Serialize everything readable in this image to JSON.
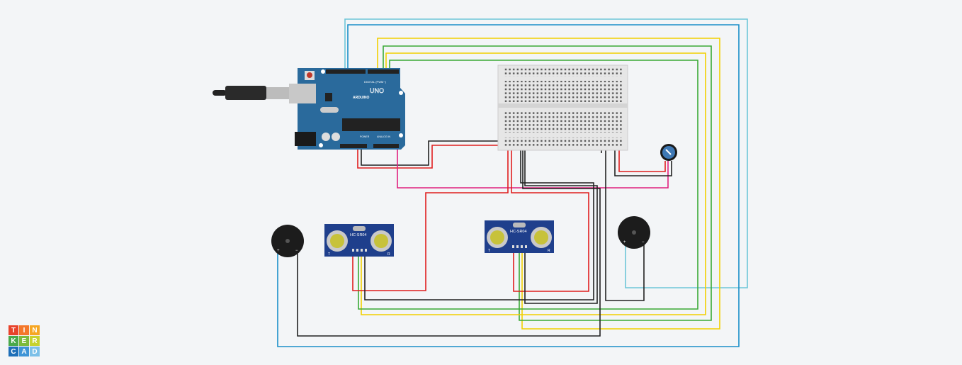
{
  "logo": {
    "letters": [
      "T",
      "I",
      "N",
      "K",
      "E",
      "R",
      "C",
      "A",
      "D"
    ],
    "colors": [
      "#e8432b",
      "#f4772a",
      "#f6a623",
      "#4aa94b",
      "#7cba3c",
      "#c7d22e",
      "#1e6fb8",
      "#3e94d6",
      "#7cc0e8"
    ]
  },
  "arduino": {
    "brand": "ARDUINO",
    "model": "UNO",
    "digital_label": "DIGITAL (PWM~)",
    "power_label": "POWER",
    "analog_label": "ANALOG IN",
    "color": "#2a6a9c"
  },
  "sensors": [
    {
      "label": "HC-SR04",
      "t": "T",
      "r": "R"
    },
    {
      "label": "HC-SR04",
      "t": "T",
      "r": "R"
    }
  ],
  "buzzers": [
    {
      "plus": "+",
      "minus": "−"
    },
    {
      "plus": "+",
      "minus": "−"
    }
  ],
  "wire_colors": {
    "red": "#e01e1e",
    "black": "#222222",
    "lightblue": "#6ec6d8",
    "blue": "#1a8fc8",
    "yellow": "#f2d000",
    "green": "#3aaa35",
    "magenta": "#e0207f"
  }
}
